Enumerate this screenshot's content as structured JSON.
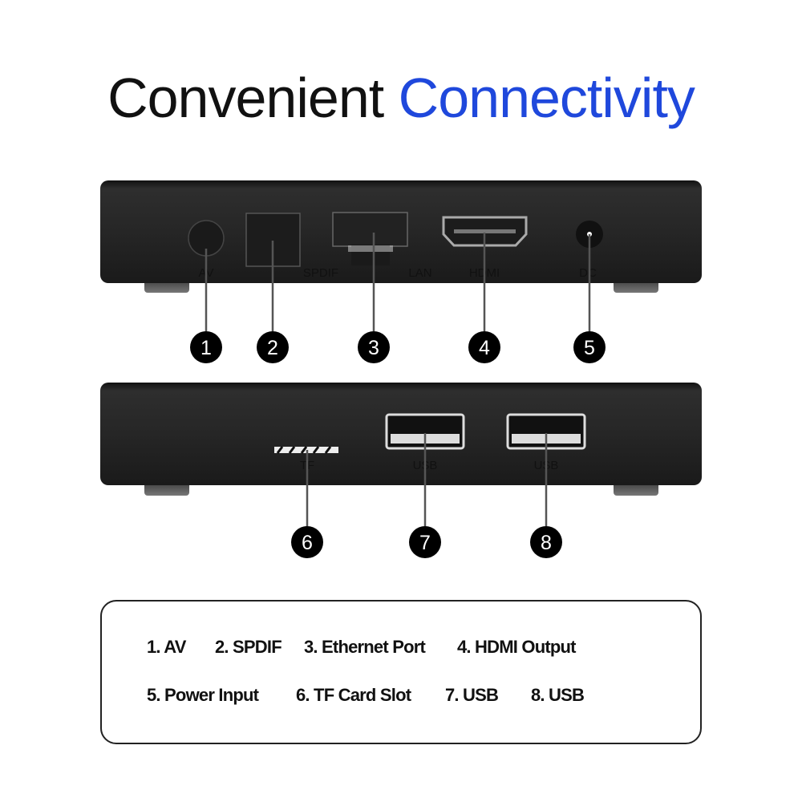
{
  "title": {
    "part1": "Convenient ",
    "part2": "Connectivity",
    "accent_color": "#1f48dc"
  },
  "rear_panel": {
    "port_labels": [
      "AV",
      "SPDIF",
      "LAN",
      "HDMI",
      "DC"
    ],
    "callouts": [
      "1",
      "2",
      "3",
      "4",
      "5"
    ]
  },
  "side_panel": {
    "port_labels": [
      "TF",
      "USB",
      "USB"
    ],
    "callouts": [
      "6",
      "7",
      "8"
    ]
  },
  "legend": {
    "items": [
      "1. AV",
      "2. SPDIF",
      "3. Ethernet Port",
      "4. HDMI Output",
      "5. Power Input",
      "6. TF Card Slot",
      "7. USB",
      "8. USB"
    ]
  }
}
